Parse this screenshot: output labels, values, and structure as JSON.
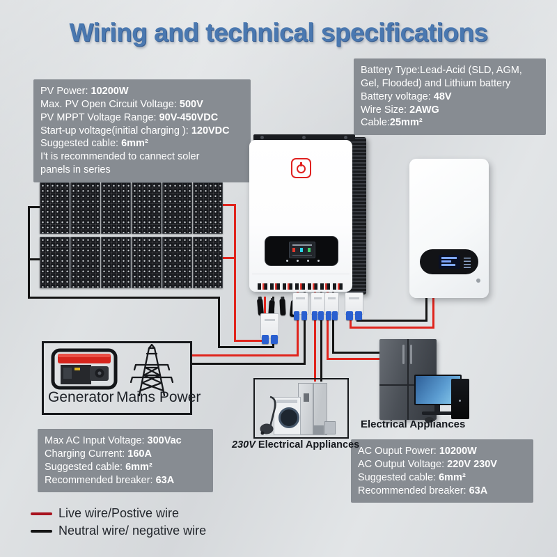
{
  "title": "Wiring and technical specifications",
  "pv_box": {
    "lines": [
      {
        "label": "PV Power: ",
        "value": "10200W"
      },
      {
        "label": "Max. PV Open Circuit Voltage: ",
        "value": "500V"
      },
      {
        "label": "PV MPPT Voltage Range: ",
        "value": "90V-450VDC"
      },
      {
        "label": "Start-up voltage(initial charging ): ",
        "value": "120VDC"
      },
      {
        "label": "Suggested cable: ",
        "value": "6mm²"
      },
      {
        "label": "I't is recommended to cannect soler",
        "value": ""
      },
      {
        "label": "panels in series",
        "value": ""
      }
    ]
  },
  "battery_box": {
    "lines": [
      {
        "label": "Battery Type:Lead-Acid (SLD, AGM,",
        "value": ""
      },
      {
        "label": "Gel, Flooded) and Lithium battery",
        "value": ""
      },
      {
        "label": "Battery voltage: ",
        "value": "48V"
      },
      {
        "label": "Wire Size: ",
        "value": "2AWG"
      },
      {
        "label": "Cable:",
        "value": "25mm²"
      }
    ]
  },
  "ac_input_box": {
    "lines": [
      {
        "label": "Max AC Input Voltage: ",
        "value": "300Vac"
      },
      {
        "label": "Charging Current: ",
        "value": "160A"
      },
      {
        "label": "Suggested cable: ",
        "value": "6mm²"
      },
      {
        "label": "Recommended breaker: ",
        "value": "63A"
      }
    ]
  },
  "ac_output_box": {
    "lines": [
      {
        "label": "AC Ouput Power: ",
        "value": "10200W"
      },
      {
        "label": "AC Output Voltage: ",
        "value": "220V 230V"
      },
      {
        "label": "Suggested cable: ",
        "value": "6mm²"
      },
      {
        "label": "Recommended breaker: ",
        "value": "63A"
      }
    ]
  },
  "labels": {
    "generator": "Generator",
    "mains_power": "Mains Power",
    "appliances_230v_prefix": "230V",
    "appliances_230v_text": " Electrical Appliances",
    "appliances_right": "Electrical Appliances"
  },
  "legend": [
    {
      "label": "Live wire/Postive wire",
      "color": "#a8131f"
    },
    {
      "label": "Neutral wire/ negative wire",
      "color": "#141414"
    }
  ],
  "icons": {
    "generator": "portable-generator",
    "mains_power": "transmission-tower",
    "inverter_logo": "power-button",
    "appliances_230v": "home-appliances",
    "appliances_right": "fridge-and-computer"
  },
  "colors": {
    "title_blue": "#4a78b0",
    "wire_live_red": "#e0241c",
    "legend_live_red": "#a8131f",
    "wire_neutral_black": "#141414",
    "spec_box_gray": "#878c92",
    "panel_dark": "#17191d",
    "logo_red": "#e02120",
    "breaker_clip_blue": "#2a5fd0"
  }
}
